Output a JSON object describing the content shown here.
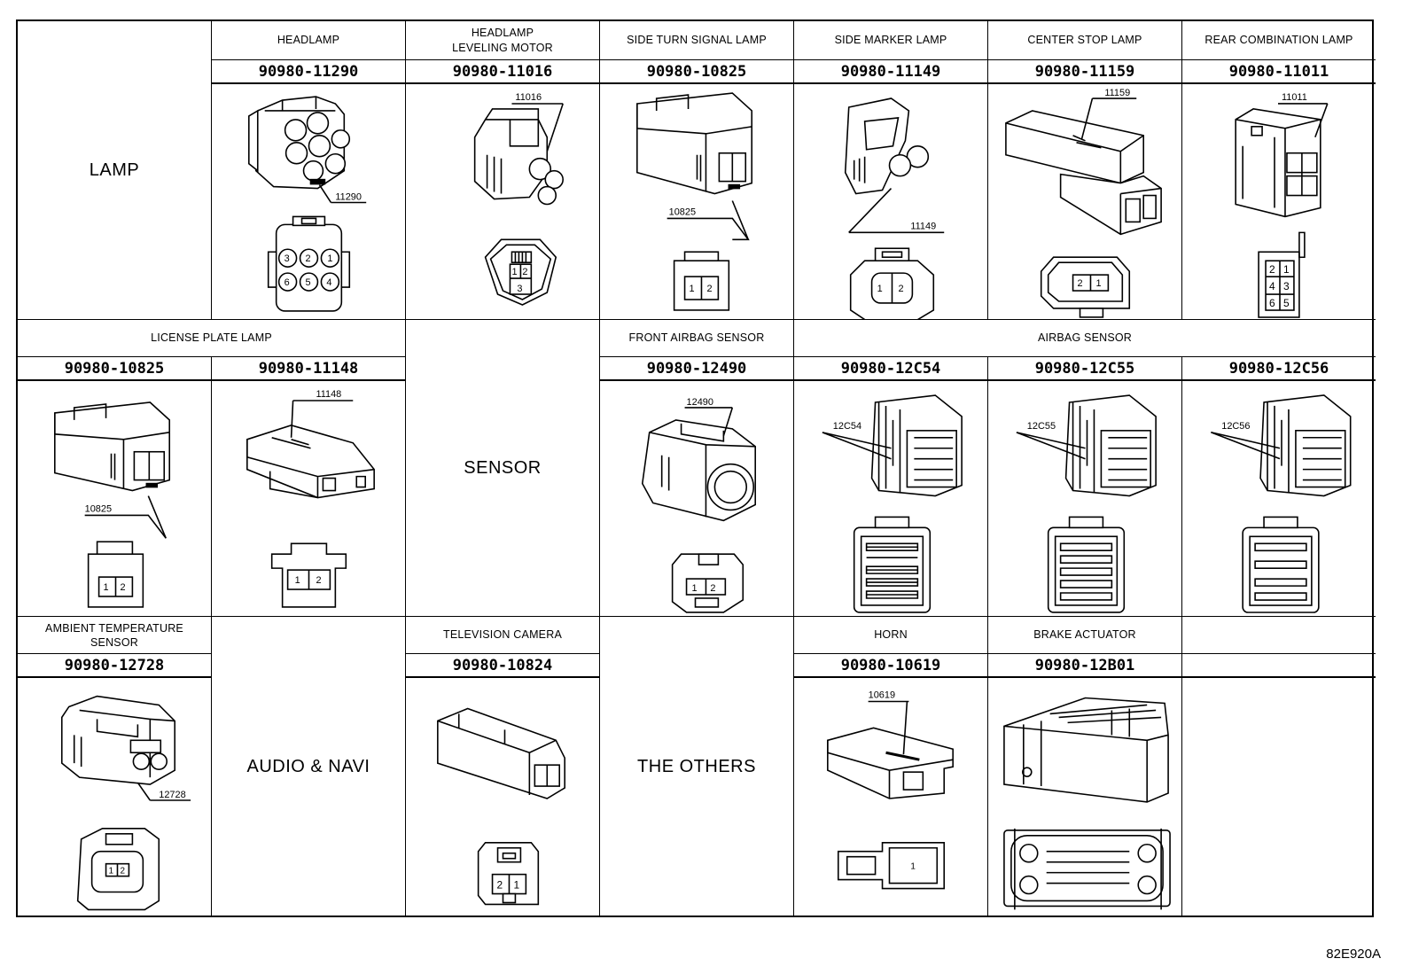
{
  "categories": {
    "lamp": "LAMP",
    "sensor": "SENSOR",
    "audio": "AUDIO & NAVI",
    "others": "THE OTHERS"
  },
  "row1": [
    {
      "name": "HEADLAMP",
      "part": "90980-11290",
      "label": "11290",
      "pins": [
        "3",
        "2",
        "1",
        "6",
        "5",
        "4"
      ]
    },
    {
      "name": "HEADLAMP\nLEVELING MOTOR",
      "part": "90980-11016",
      "label": "11016",
      "pins": [
        "1",
        "2",
        "3"
      ]
    },
    {
      "name": "SIDE TURN SIGNAL LAMP",
      "part": "90980-10825",
      "label": "10825",
      "pins": [
        "1",
        "2"
      ]
    },
    {
      "name": "SIDE MARKER LAMP",
      "part": "90980-11149",
      "label": "11149",
      "pins": [
        "1",
        "2"
      ]
    },
    {
      "name": "CENTER STOP LAMP",
      "part": "90980-11159",
      "label": "11159",
      "pins": [
        "2",
        "1"
      ]
    },
    {
      "name": "REAR COMBINATION LAMP",
      "part": "90980-11011",
      "label": "11011",
      "pins": [
        "2",
        "1",
        "4",
        "3",
        "6",
        "5"
      ]
    }
  ],
  "row2": {
    "license_header": "LICENSE PLATE LAMP",
    "license": [
      {
        "part": "90980-10825",
        "label": "10825",
        "pins": [
          "1",
          "2"
        ]
      },
      {
        "part": "90980-11148",
        "label": "11148",
        "pins": [
          "1",
          "2"
        ]
      }
    ],
    "front_airbag": {
      "name": "FRONT AIRBAG SENSOR",
      "part": "90980-12490",
      "label": "12490",
      "pins": [
        "1",
        "2"
      ]
    },
    "airbag_header": "AIRBAG SENSOR",
    "airbag": [
      {
        "part": "90980-12C54",
        "label": "12C54"
      },
      {
        "part": "90980-12C55",
        "label": "12C55"
      },
      {
        "part": "90980-12C56",
        "label": "12C56"
      }
    ]
  },
  "row3": {
    "ambient": {
      "name": "AMBIENT TEMPERATURE\nSENSOR",
      "part": "90980-12728",
      "label": "12728",
      "pins": [
        "1",
        "2"
      ]
    },
    "tv": {
      "name": "TELEVISION CAMERA",
      "part": "90980-10824",
      "pins": [
        "2",
        "1"
      ]
    },
    "horn": {
      "name": "HORN",
      "part": "90980-10619",
      "label": "10619",
      "pins": [
        "1"
      ]
    },
    "brake": {
      "name": "BRAKE ACTUATOR",
      "part": "90980-12B01"
    }
  },
  "reference": "82E920A"
}
